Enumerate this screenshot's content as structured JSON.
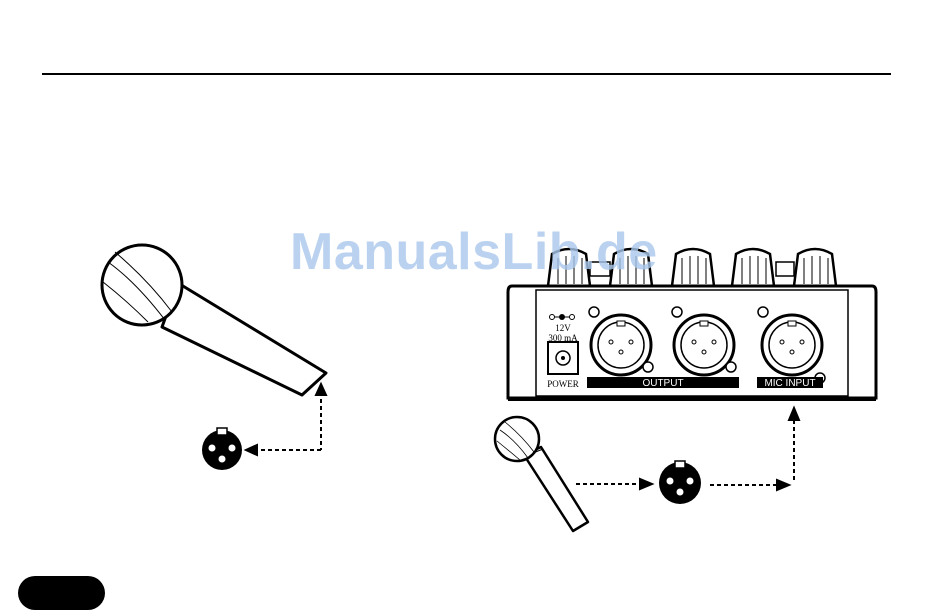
{
  "watermark": "ManualsLib.de",
  "device": {
    "power_voltage": "12V",
    "power_current": "300 mA",
    "power_label": "POWER",
    "output_label": "OUTPUT",
    "mic_input_label": "MIC INPUT"
  },
  "colors": {
    "line": "#000000",
    "watermark": "#a9c8ec",
    "background": "#ffffff"
  }
}
